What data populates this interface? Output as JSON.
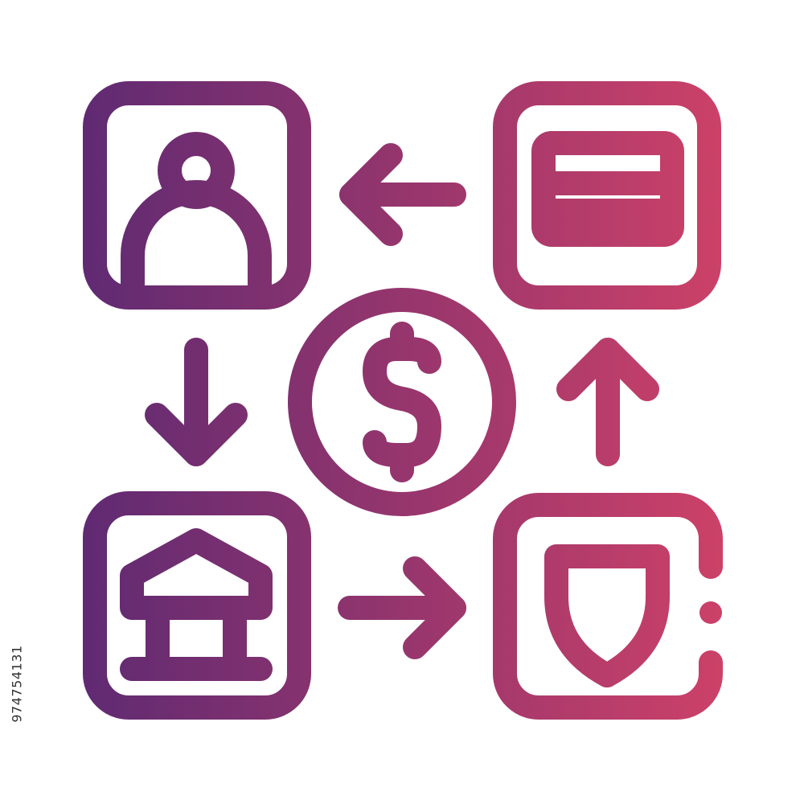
{
  "icon": {
    "name": "money-transfer-flow-icon",
    "style": "gradient-line",
    "gradient": {
      "start": "#5f2a72",
      "end": "#cc4168"
    },
    "background": "#ffffff",
    "tiles": [
      {
        "position": "top-left",
        "icon": "person-icon"
      },
      {
        "position": "top-right",
        "icon": "card-icon"
      },
      {
        "position": "bottom-left",
        "icon": "bank-icon"
      },
      {
        "position": "bottom-right",
        "icon": "shield-icon"
      }
    ],
    "center": {
      "icon": "dollar-coin-icon",
      "symbol": "$"
    },
    "flow_arrows": [
      "right-to-left",
      "top-to-bottom",
      "left-to-right",
      "bottom-to-top"
    ]
  },
  "stock_id": "974754131"
}
